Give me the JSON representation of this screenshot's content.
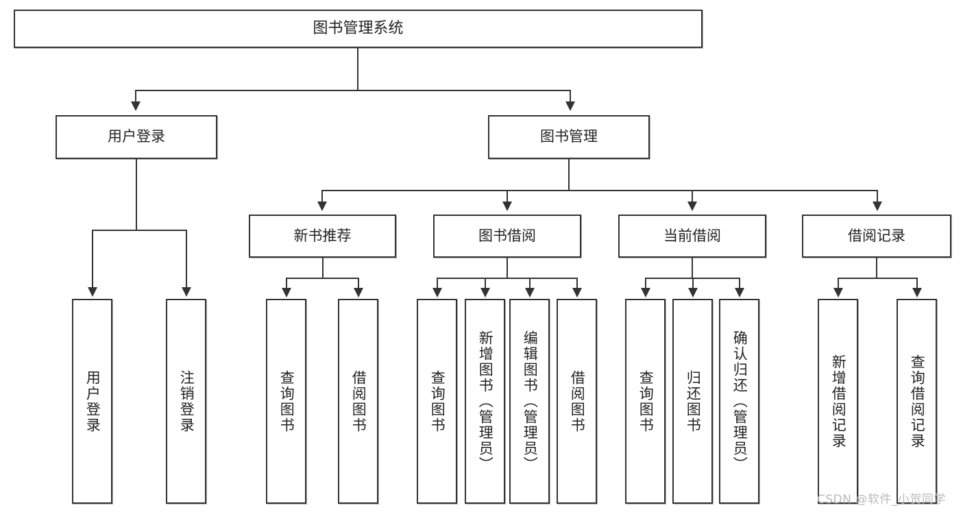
{
  "diagram": {
    "type": "tree-hierarchy",
    "title": "图书管理系统",
    "watermark": "CSDN @软件_小贺同学",
    "colors": {
      "stroke": "#333333",
      "fill": "#ffffff",
      "text": "#222222",
      "watermark": "#b9b9b9"
    },
    "levels": {
      "root_label": "图书管理系统",
      "level2": [
        "用户登录",
        "图书管理"
      ],
      "level3": [
        "新书推荐",
        "图书借阅",
        "当前借阅",
        "借阅记录"
      ]
    },
    "nodes": {
      "root": {
        "label": "图书管理系统"
      },
      "user_login": {
        "label": "用户登录"
      },
      "book_manage": {
        "label": "图书管理"
      },
      "new_book_rec": {
        "label": "新书推荐"
      },
      "book_borrow": {
        "label": "图书借阅"
      },
      "current_borrow": {
        "label": "当前借阅"
      },
      "borrow_record": {
        "label": "借阅记录"
      }
    },
    "leaves": {
      "user_login": [
        {
          "label": "用户登录"
        },
        {
          "label": "注销登录"
        }
      ],
      "new_book_rec": [
        {
          "label": "查询图书"
        },
        {
          "label": "借阅图书"
        }
      ],
      "book_borrow": [
        {
          "label": "查询图书"
        },
        {
          "label": "新增图书（管理员）"
        },
        {
          "label": "编辑图书（管理员）"
        },
        {
          "label": "借阅图书"
        }
      ],
      "current_borrow": [
        {
          "label": "查询图书"
        },
        {
          "label": "归还图书"
        },
        {
          "label": "确认归还（管理员）"
        }
      ],
      "borrow_record": [
        {
          "label": "新增借阅记录"
        },
        {
          "label": "查询借阅记录"
        }
      ]
    }
  }
}
